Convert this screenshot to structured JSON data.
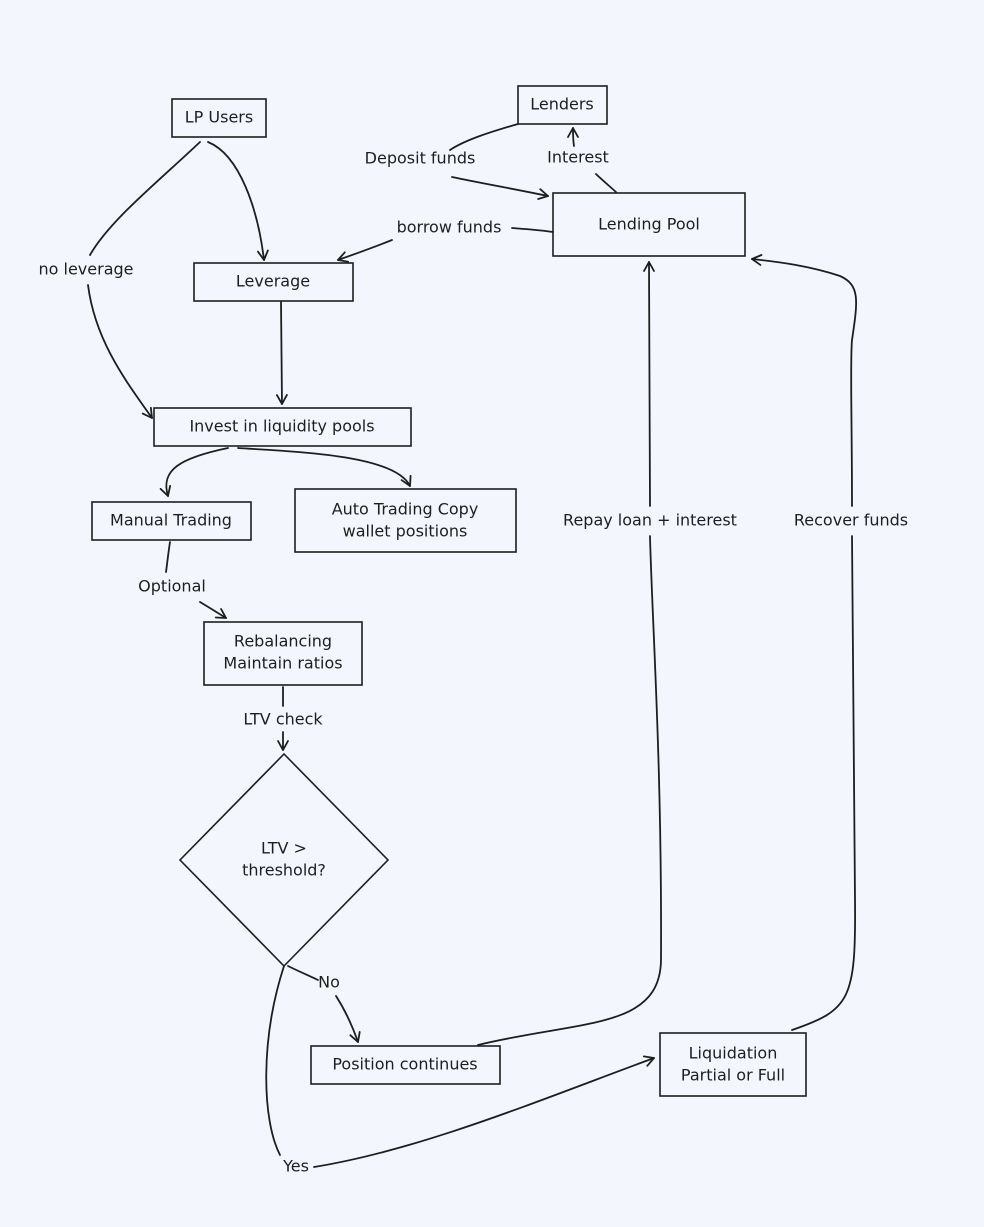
{
  "diagram": {
    "nodes": {
      "lp_users": [
        "LP Users"
      ],
      "lenders": [
        "Lenders"
      ],
      "lending_pool": [
        "Lending Pool"
      ],
      "leverage": [
        "Leverage"
      ],
      "invest": [
        "Invest in liquidity pools"
      ],
      "manual_trading": [
        "Manual Trading"
      ],
      "auto_trading": [
        "Auto Trading Copy",
        "wallet positions"
      ],
      "rebalancing": [
        "Rebalancing",
        "Maintain ratios"
      ],
      "decision": [
        "LTV >",
        "threshold?"
      ],
      "position_continues": [
        "Position continues"
      ],
      "liquidation": [
        "Liquidation",
        "Partial or Full"
      ]
    },
    "edge_labels": {
      "deposit_funds": "Deposit funds",
      "interest": "Interest",
      "borrow_funds": "borrow funds",
      "no_leverage": "no leverage",
      "optional": "Optional",
      "ltv_check": "LTV check",
      "repay": "Repay loan + interest",
      "recover": "Recover funds",
      "no": "No",
      "yes": "Yes"
    }
  }
}
